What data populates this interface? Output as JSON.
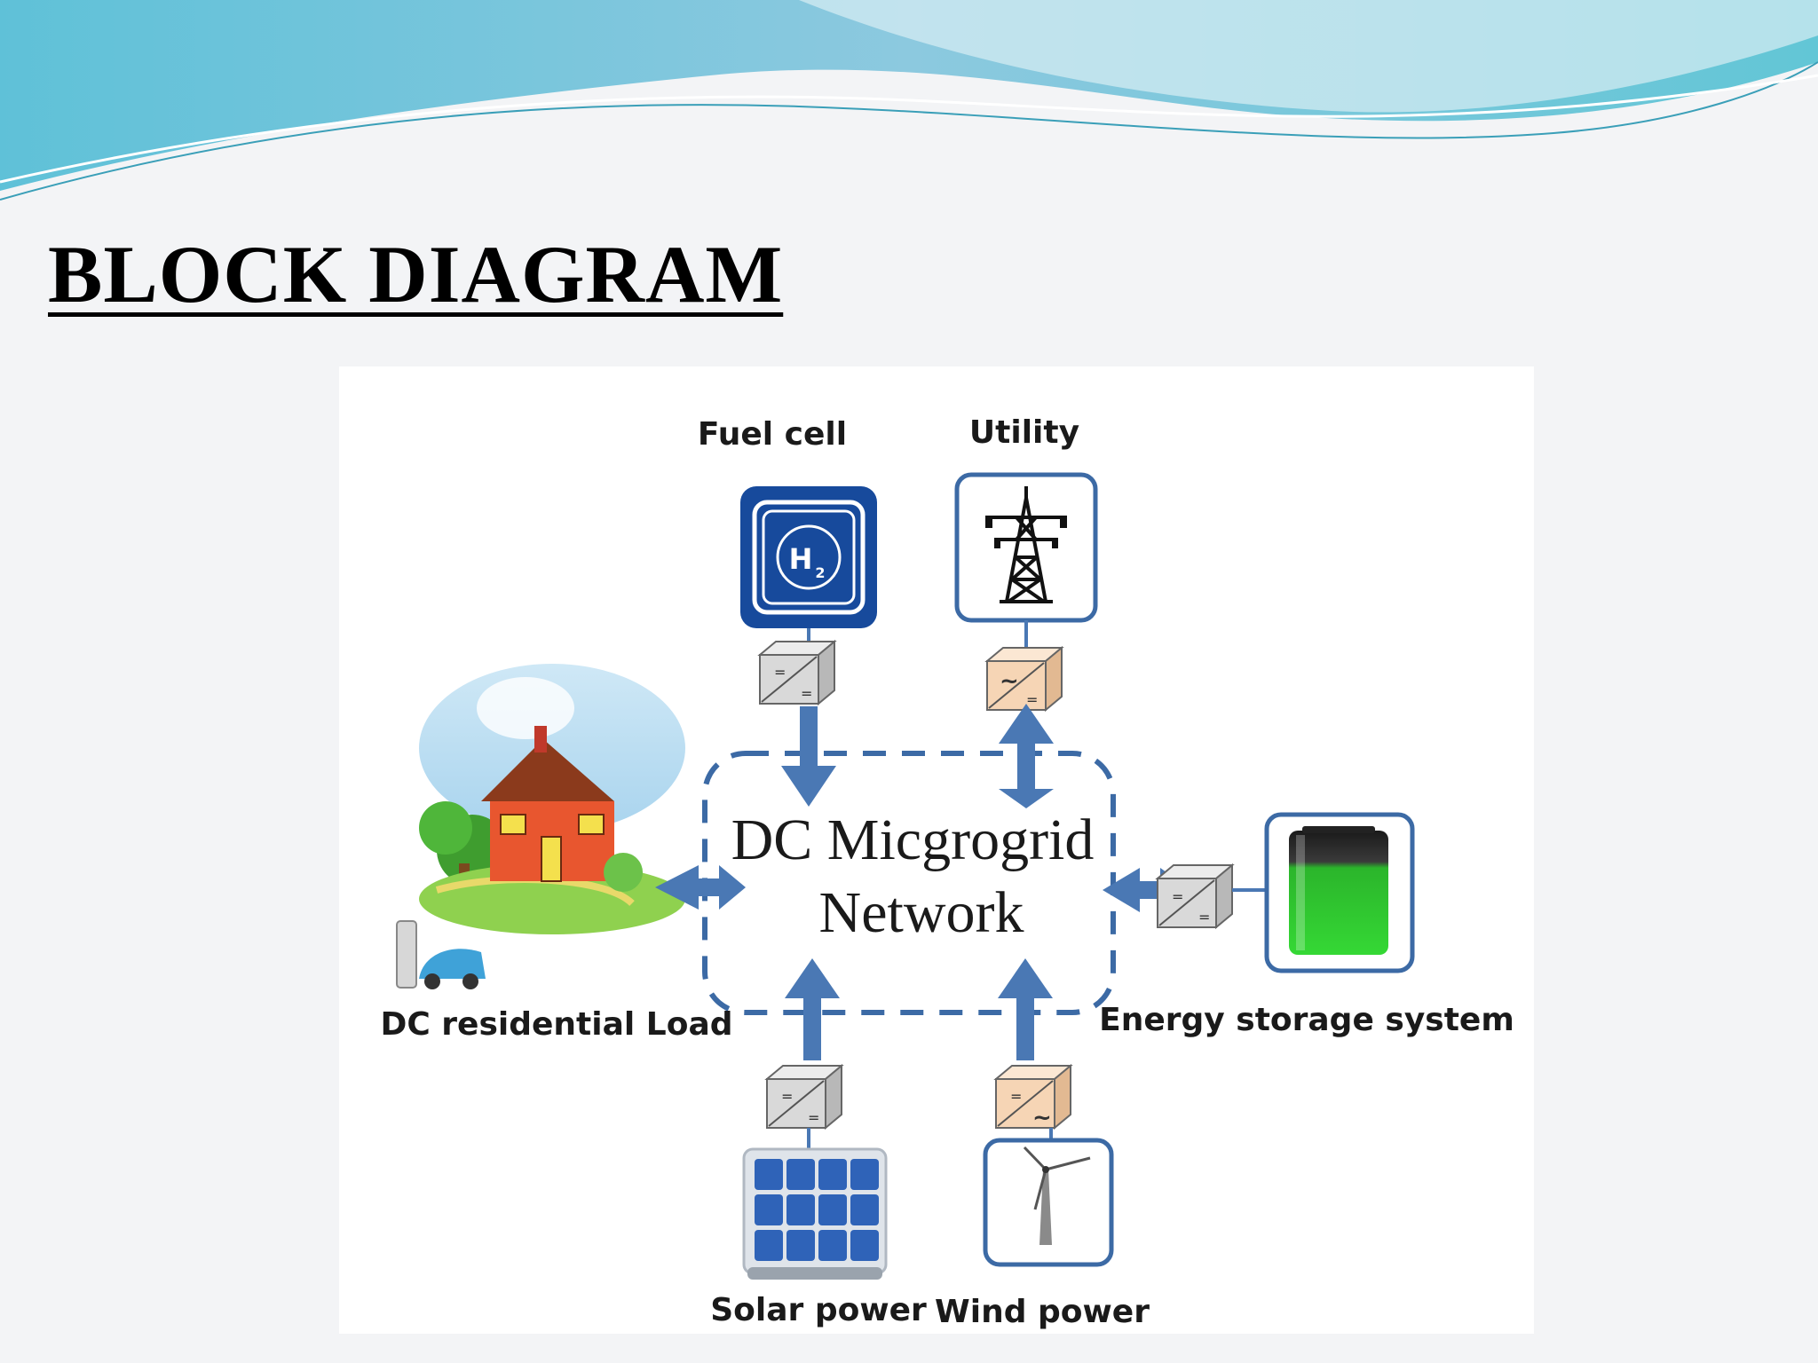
{
  "slide": {
    "title": "BLOCK DIAGRAM"
  },
  "diagram": {
    "center": {
      "line1": "DC Micgrogrid",
      "line2": "Network"
    },
    "nodes": {
      "fuel_cell": {
        "label": "Fuel cell",
        "badge": "H",
        "badge_sub": "2"
      },
      "utility": {
        "label": "Utility"
      },
      "load": {
        "label": "DC residential Load"
      },
      "storage": {
        "label": "Energy storage system"
      },
      "solar": {
        "label": "Solar power"
      },
      "wind": {
        "label": "Wind power"
      }
    },
    "converters": {
      "dc_dc_symbol": "=",
      "ac_symbol": "~"
    },
    "colors": {
      "arrow": "#4a78b4",
      "frame": "#3c6aa5",
      "fuel_cell_fill": "#174a9c",
      "dc_converter": "#d9d9d9",
      "ac_converter": "#f6d5b5",
      "battery_green": "#2cc82c",
      "solar_cell": "#2f63b8",
      "header_wave": "#7fc9dc"
    }
  }
}
